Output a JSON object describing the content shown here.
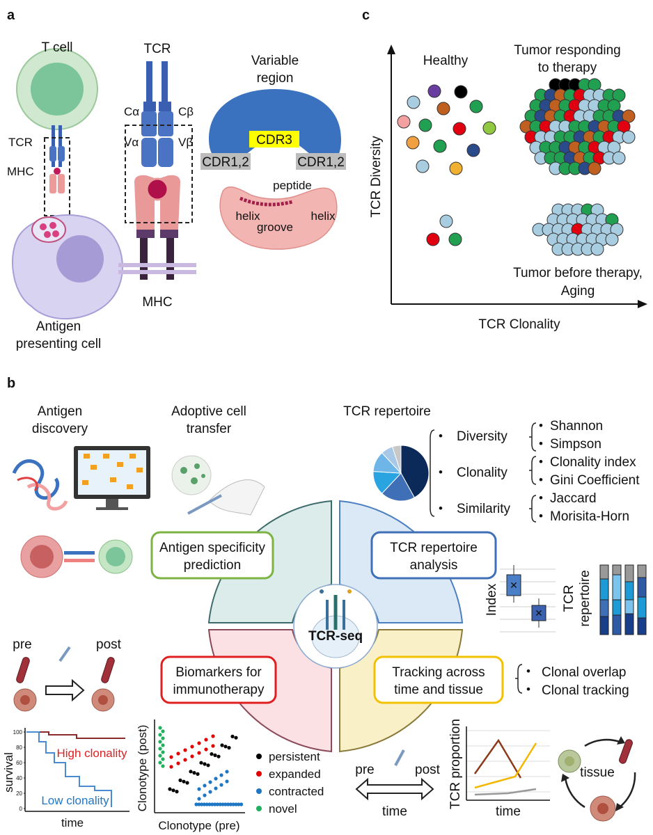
{
  "panel_a": {
    "letter": "a",
    "t_cell": "T cell",
    "tcr_side": "TCR",
    "mhc_side": "MHC",
    "apc_line1": "Antigen",
    "apc_line2": "presenting cell",
    "tcr_top": "TCR",
    "c_alpha": "Cα",
    "c_beta": "Cβ",
    "v_alpha": "Vα",
    "v_beta": "Vβ",
    "mhc_bottom": "MHC",
    "var_line1": "Variable",
    "var_line2": "region",
    "cdr3": "CDR3",
    "cdr12_left": "CDR1,2",
    "cdr12_right": "CDR1,2",
    "peptide": "peptide",
    "helix_left": "helix",
    "helix_right": "helix",
    "groove": "groove"
  },
  "panel_c": {
    "letter": "c",
    "y_axis": "TCR Diversity",
    "x_axis": "TCR Clonality",
    "healthy": "Healthy",
    "responding_line1": "Tumor responding",
    "responding_line2": "to therapy",
    "before_line1": "Tumor before therapy,",
    "before_line2": "Aging"
  },
  "panel_b": {
    "letter": "b",
    "antigen_line1": "Antigen",
    "antigen_line2": "discovery",
    "act_line1": "Adoptive cell",
    "act_line2": "transfer",
    "repertoire_title": "TCR repertoire",
    "bullet": "•",
    "metrics": {
      "diversity": "Diversity",
      "shannon": "Shannon",
      "simpson": "Simpson",
      "clonality": "Clonality",
      "clonality_index": "Clonality index",
      "gini": "Gini Coefficient",
      "similarity": "Similarity",
      "jaccard": "Jaccard",
      "morisita": "Morisita-Horn"
    },
    "box_specificity_line1": "Antigen specificity",
    "box_specificity_line2": "prediction",
    "box_repertoire_line1": "TCR repertoire",
    "box_repertoire_line2": "analysis",
    "box_biomarkers_line1": "Biomarkers for",
    "box_biomarkers_line2": "immunotherapy",
    "box_tracking_line1": "Tracking across",
    "box_tracking_line2": "time and tissue",
    "center": "TCR-seq",
    "index_label": "Index",
    "tcr_rep_line1": "TCR",
    "tcr_rep_line2": "repertoire",
    "clonal_overlap": "Clonal overlap",
    "clonal_tracking": "Clonal tracking",
    "pre": "pre",
    "post": "post",
    "km_y": "survival",
    "km_x": "time",
    "km_high": "High clonality",
    "km_low": "Low clonality",
    "km_ticks": [
      "100",
      "80",
      "60",
      "40",
      "20",
      "0"
    ],
    "scatter_y": "Clonotype (post)",
    "scatter_x": "Clonotype (pre)",
    "legend": {
      "persistent": "persistent",
      "expanded": "expanded",
      "contracted": "contracted",
      "novel": "novel"
    },
    "pre2": "pre",
    "post2": "post",
    "time2": "time",
    "prop_y": "TCR proportion",
    "prop_x": "time",
    "tissue": "tissue"
  },
  "colors": {
    "green_box": "#7cb342",
    "blue_box": "#3f6fb6",
    "red_box": "#e02020",
    "yellow_box": "#f2c200",
    "tcr_blue": "#3a5fb0",
    "mhc_pink": "#ec9a9a",
    "cdr3_yellow": "#ffff00",
    "legend_black": "#000000",
    "legend_red": "#e00000",
    "legend_blue": "#1f77c4",
    "legend_green": "#20b060"
  }
}
